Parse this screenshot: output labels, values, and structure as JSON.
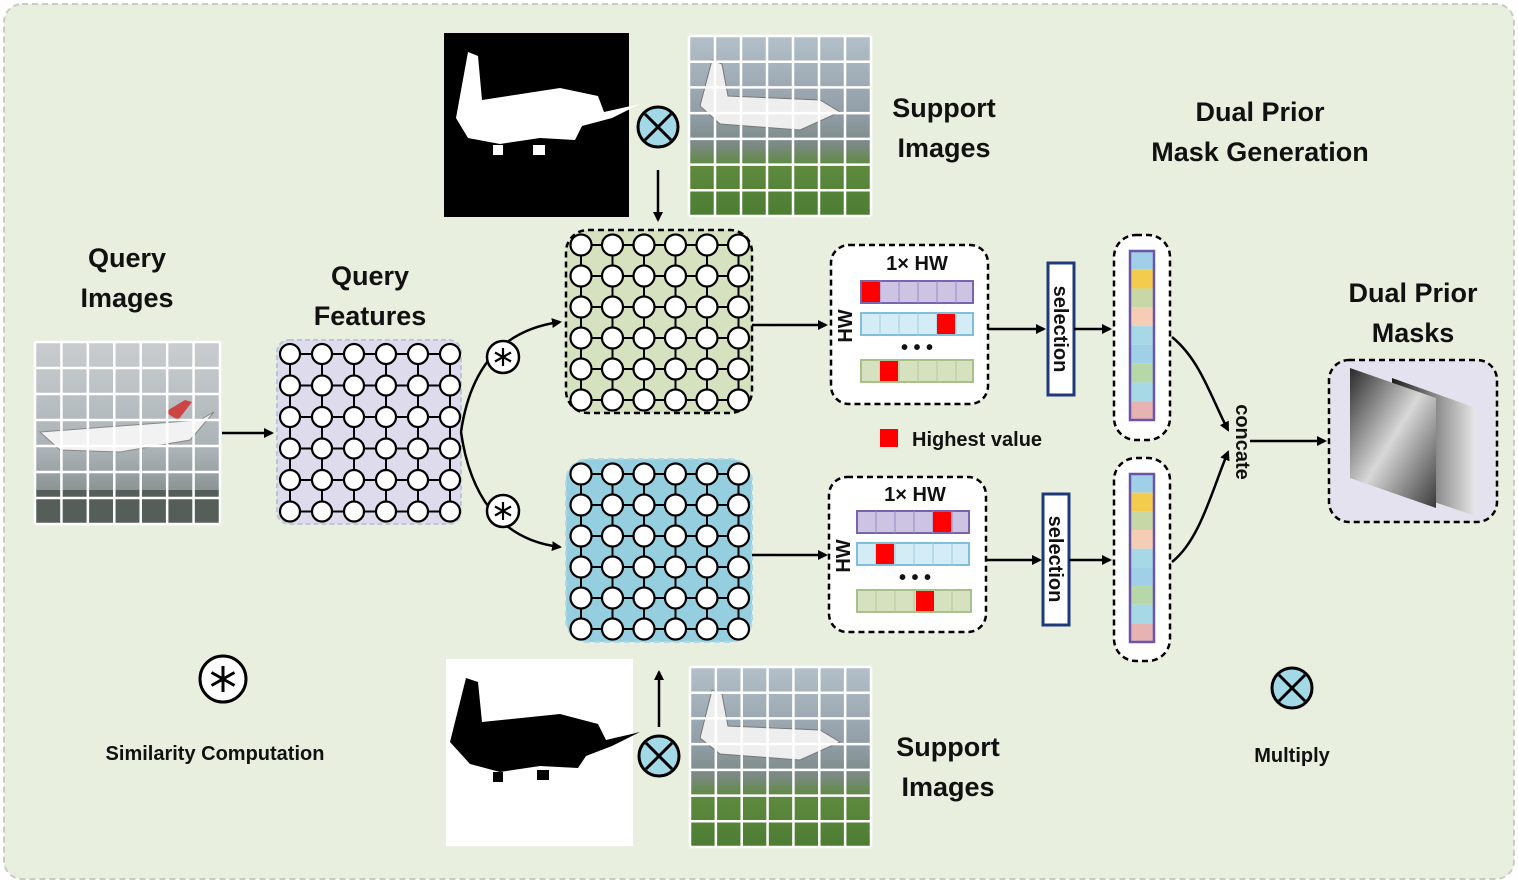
{
  "colors": {
    "background": "#e9efdf",
    "query_features": "#dedbec",
    "prior_green": "#d6e2bf",
    "prior_blue": "#95cfdf",
    "node_fill": "#ffffff",
    "highlight": "#ff0000"
  },
  "labels": {
    "query_images": [
      "Query",
      "Images"
    ],
    "query_features": [
      "Query",
      "Features"
    ],
    "support_images_top": [
      "Support",
      "Images"
    ],
    "support_images_bottom": [
      "Support",
      "Images"
    ],
    "dual_prior_mask_generation": [
      "Dual Prior",
      "Mask Generation"
    ],
    "dual_prior_masks": [
      "Dual Prior",
      "Masks"
    ],
    "matrix_top_header": "1× HW",
    "matrix_bottom_header": "1× HW",
    "matrix_side": "HW",
    "ellipsis": "• • •",
    "selection_top": "selection",
    "selection_bottom": "selection",
    "concate": "concate",
    "highest_value": "Highest value",
    "similarity_computation": "Similarity Computation",
    "multiply": "Multiply"
  },
  "icons": {
    "similarity": "asterisk-circle-icon",
    "multiply": "circled-times-icon"
  }
}
